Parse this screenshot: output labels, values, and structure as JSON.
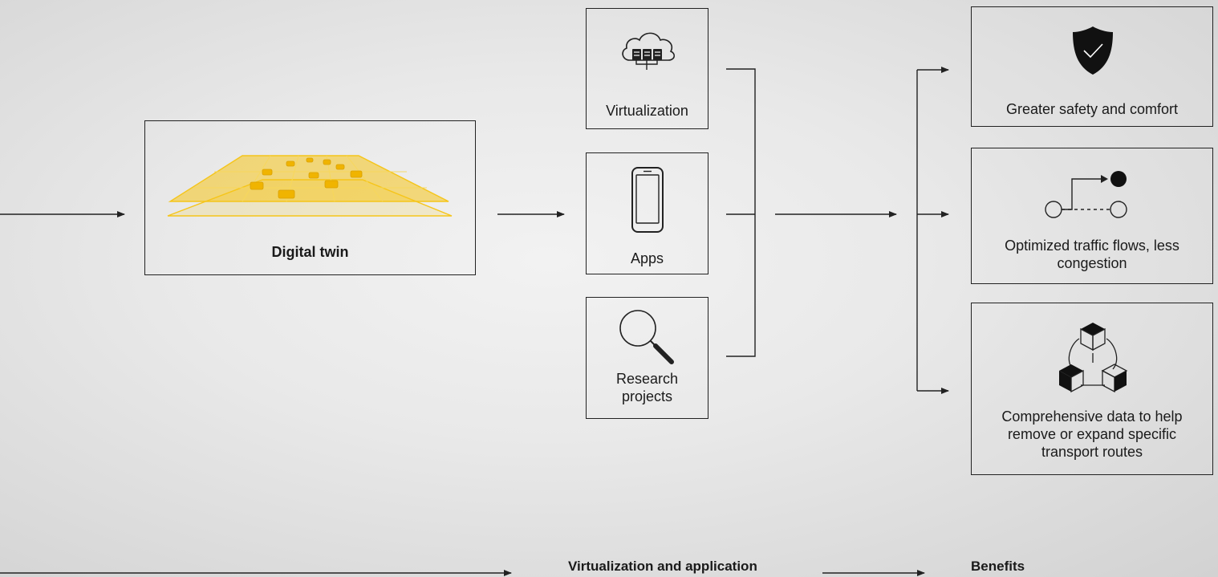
{
  "digital_twin": {
    "label": "Digital twin"
  },
  "applications": [
    {
      "label": "Virtualization",
      "icon": "cloud-server-icon"
    },
    {
      "label": "Apps",
      "icon": "smartphone-icon"
    },
    {
      "label": "Research projects",
      "icon": "magnifier-icon"
    }
  ],
  "benefits": [
    {
      "label": "Greater safety and comfort",
      "icon": "shield-check-icon"
    },
    {
      "label": "Optimized traffic flows, less congestion",
      "icon": "route-flow-icon"
    },
    {
      "label": "Comprehensive data to help remove or expand specific transport routes",
      "icon": "cubes-network-icon"
    }
  ],
  "footer": {
    "stage_middle": "Virtualization and application",
    "stage_right": "Benefits"
  },
  "colors": {
    "accent": "#f5c51a",
    "line": "#222222"
  }
}
